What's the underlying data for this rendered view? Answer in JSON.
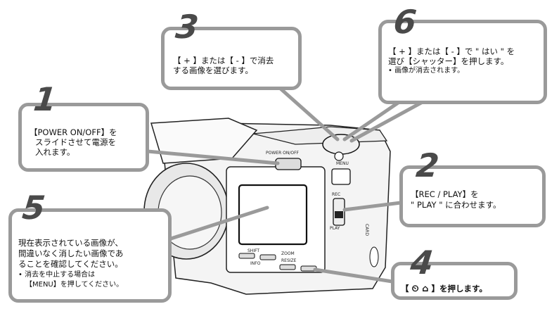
{
  "steps": [
    {
      "number": "1",
      "line1": "【POWER ON/OFF】を",
      "line2": "スライドさせて電源を",
      "line3": "入れます。"
    },
    {
      "number": "2",
      "line1": "【REC / PLAY】を",
      "line2": "\" PLAY \" に合わせます。"
    },
    {
      "number": "3",
      "line1": "【 + 】または【 - 】で消去",
      "line2": "する画像を選びます。"
    },
    {
      "number": "4",
      "line1": "【 ",
      "icons": "⏲ ⌂",
      "line2": " 】を押します。"
    },
    {
      "number": "5",
      "line1": "現在表示されている画像が、",
      "line2": "間違いなく消したい画像であ",
      "line3": "ることを確認してください。",
      "bullet1": "• 消去を中止する場合は",
      "bullet2": "【MENU】を押してください。"
    },
    {
      "number": "6",
      "line1": "【 + 】または【 - 】で \" はい \" を",
      "line2": "選び【シャッター】を押します。",
      "bullet1": "• 画像が消去されます。"
    }
  ],
  "camera_labels": {
    "power": "POWER ON/OFF",
    "rec": "REC",
    "play": "PLAY",
    "menu": "MENU",
    "shift": "SHIFT",
    "info": "INFO",
    "zoom": "ZOOM",
    "resize": "RESIZE",
    "card": "CARD"
  },
  "colors": {
    "callout_border": "#9a9a9a",
    "number": "#4a4a4a"
  }
}
